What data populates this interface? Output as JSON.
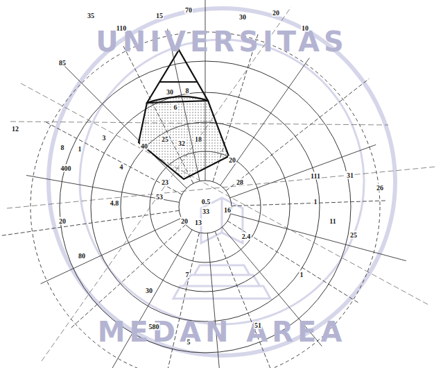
{
  "diagram": {
    "labels": [
      "UNIVERSITAS",
      "MEDAN AREA",
      "35",
      "110",
      "15",
      "70",
      "30",
      "20",
      "10",
      "85",
      "12",
      "8",
      "1",
      "4",
      "3",
      "30",
      "8",
      "6",
      "40",
      "25",
      "32",
      "18",
      "20",
      "28",
      "0.5",
      "33",
      "23",
      "53",
      "20",
      "13",
      "16",
      "2.4",
      "111",
      "1",
      "31",
      "26",
      "11",
      "25",
      "7",
      "1",
      "30",
      "580",
      "5",
      "51",
      "4.8",
      "80",
      "20",
      "400"
    ]
  }
}
